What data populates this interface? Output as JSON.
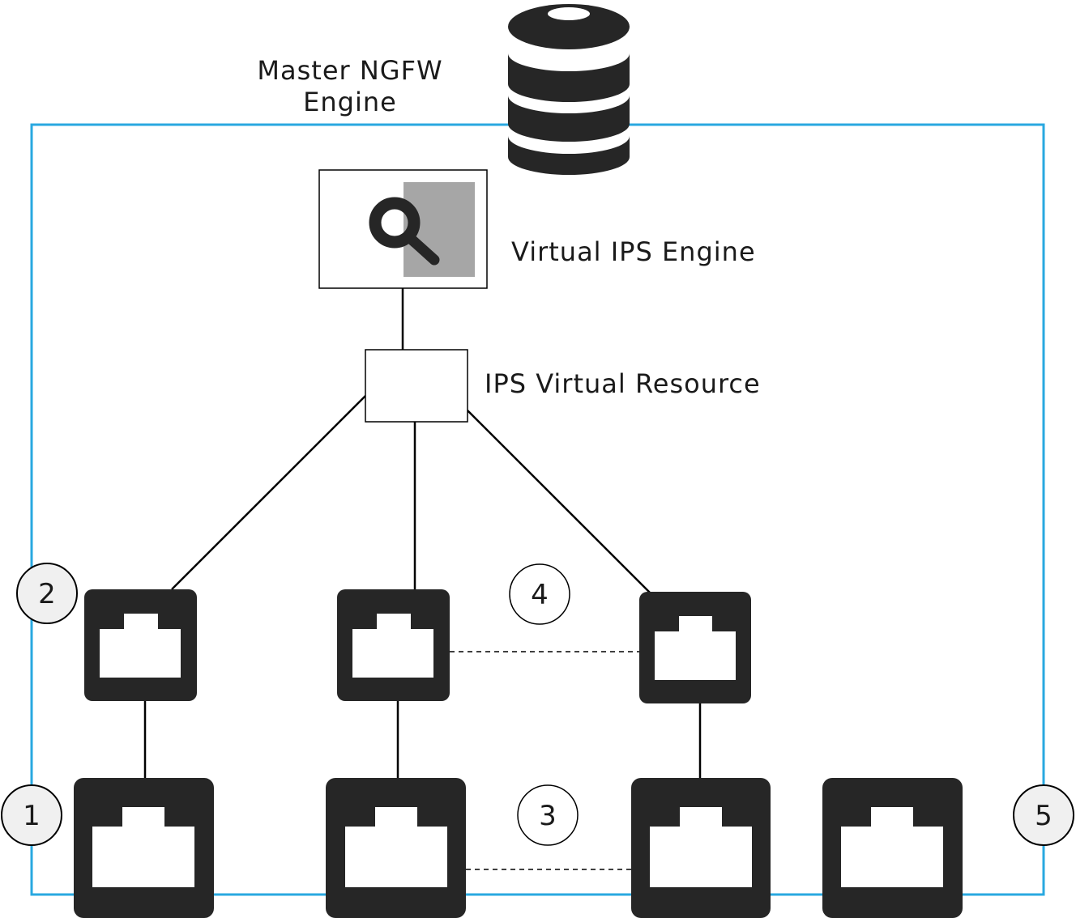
{
  "labels": {
    "master_line1": "Master NGFW",
    "master_line2": "Engine",
    "virtual_ips_engine": "Virtual IPS Engine",
    "ips_virtual_resource": "IPS Virtual Resource"
  },
  "callouts": {
    "c1": "1",
    "c2": "2",
    "c3": "3",
    "c4": "4",
    "c5": "5"
  },
  "colors": {
    "boundary": "#29a8e0",
    "port_fill": "#262626",
    "callout_filled": "#f0f0f0",
    "magnifier_backdrop": "#a6a6a6"
  },
  "icons": {
    "master_engine": "database-stack-icon",
    "virtual_ips_engine": "magnifier-icon",
    "ports": "ethernet-port-icon"
  }
}
